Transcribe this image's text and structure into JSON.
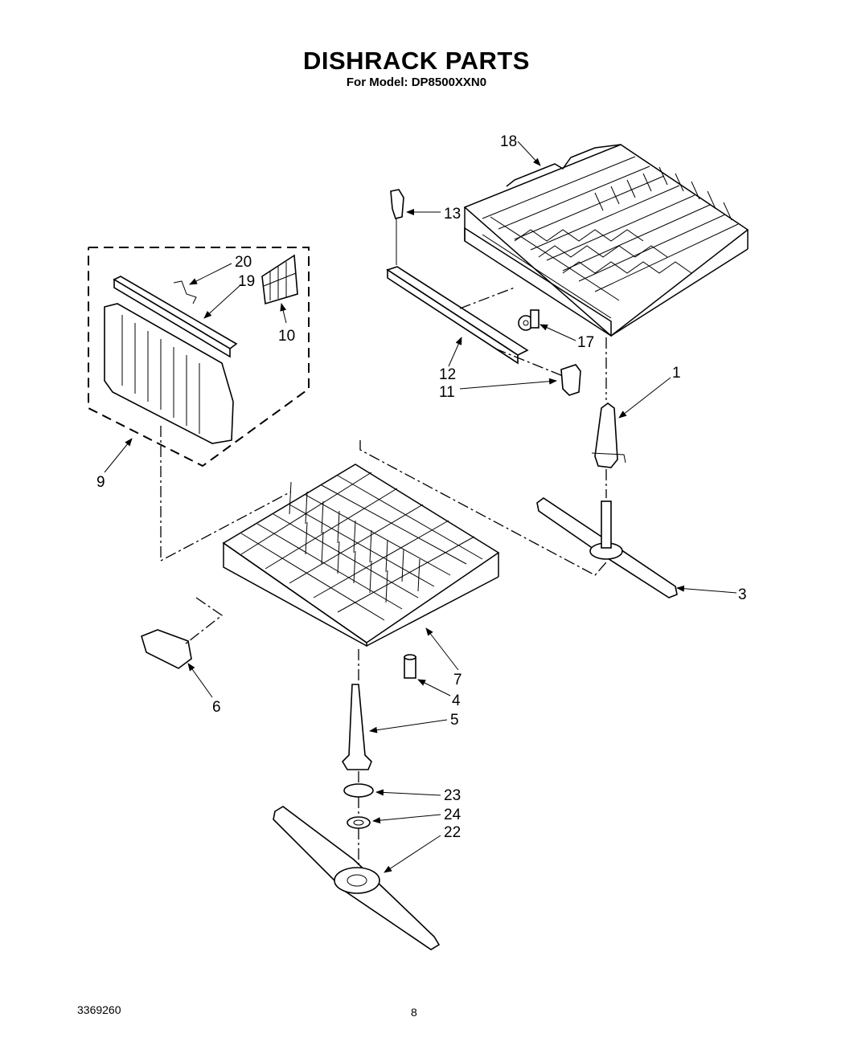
{
  "header": {
    "title": "DISHRACK PARTS",
    "subtitle": "For Model: DP8500XXN0"
  },
  "footer": {
    "doc_number": "3369260",
    "page_number": "8"
  },
  "callouts": {
    "c1": "1",
    "c3": "3",
    "c4": "4",
    "c5": "5",
    "c6": "6",
    "c7": "7",
    "c9": "9",
    "c10": "10",
    "c11": "11",
    "c12": "12",
    "c13": "13",
    "c17": "17",
    "c18": "18",
    "c19": "19",
    "c20": "20",
    "c22": "22",
    "c23": "23",
    "c24": "24"
  }
}
